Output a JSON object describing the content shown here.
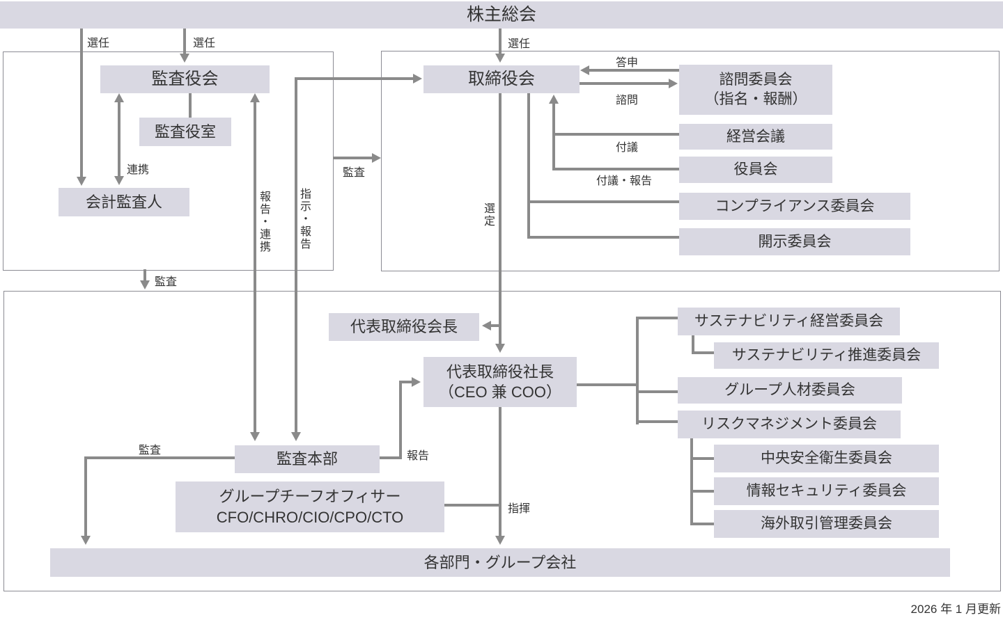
{
  "diagram": {
    "nodes": {
      "shareholders": "株主総会",
      "audit_board": "監査役会",
      "audit_office": "監査役室",
      "accounting_auditor": "会計監査人",
      "board_of_directors": "取締役会",
      "advisory_committee": "諮問委員会\n（指名・報酬）",
      "management_meeting": "経営会議",
      "officers_meeting": "役員会",
      "compliance_committee": "コンプライアンス委員会",
      "disclosure_committee": "開示委員会",
      "chairman": "代表取締役会長",
      "president": "代表取締役社長\n（CEO 兼 COO）",
      "audit_hq": "監査本部",
      "group_chief_officers": "グループチーフオフィサー\nCFO/CHRO/CIO/CPO/CTO",
      "sustainability_mgmt": "サステナビリティ経営委員会",
      "sustainability_promo": "サステナビリティ推進委員会",
      "group_hr": "グループ人材委員会",
      "risk_mgmt": "リスクマネジメント委員会",
      "central_safety": "中央安全衛生委員会",
      "info_security": "情報セキュリティ委員会",
      "overseas_trade": "海外取引管理委員会",
      "divisions": "各部門・グループ会社"
    },
    "edge_labels": {
      "appoint": "選任",
      "report_to_board": "答申",
      "consult": "諮問",
      "submit": "付議",
      "submit_report": "付議・報告",
      "audit": "監査",
      "cooperate": "連携",
      "report_cooperate": "報告・連携",
      "instruct_report": "指示・報告",
      "select": "選定",
      "report": "報告",
      "command": "指揮"
    },
    "footer": {
      "updated": "2026 年 1 月更新"
    },
    "colors": {
      "box_fill": "#d9d8e2",
      "line": "#8a8a8a",
      "text": "#333333",
      "frame_border": "#8b8b93",
      "bg": "#ffffff"
    }
  }
}
